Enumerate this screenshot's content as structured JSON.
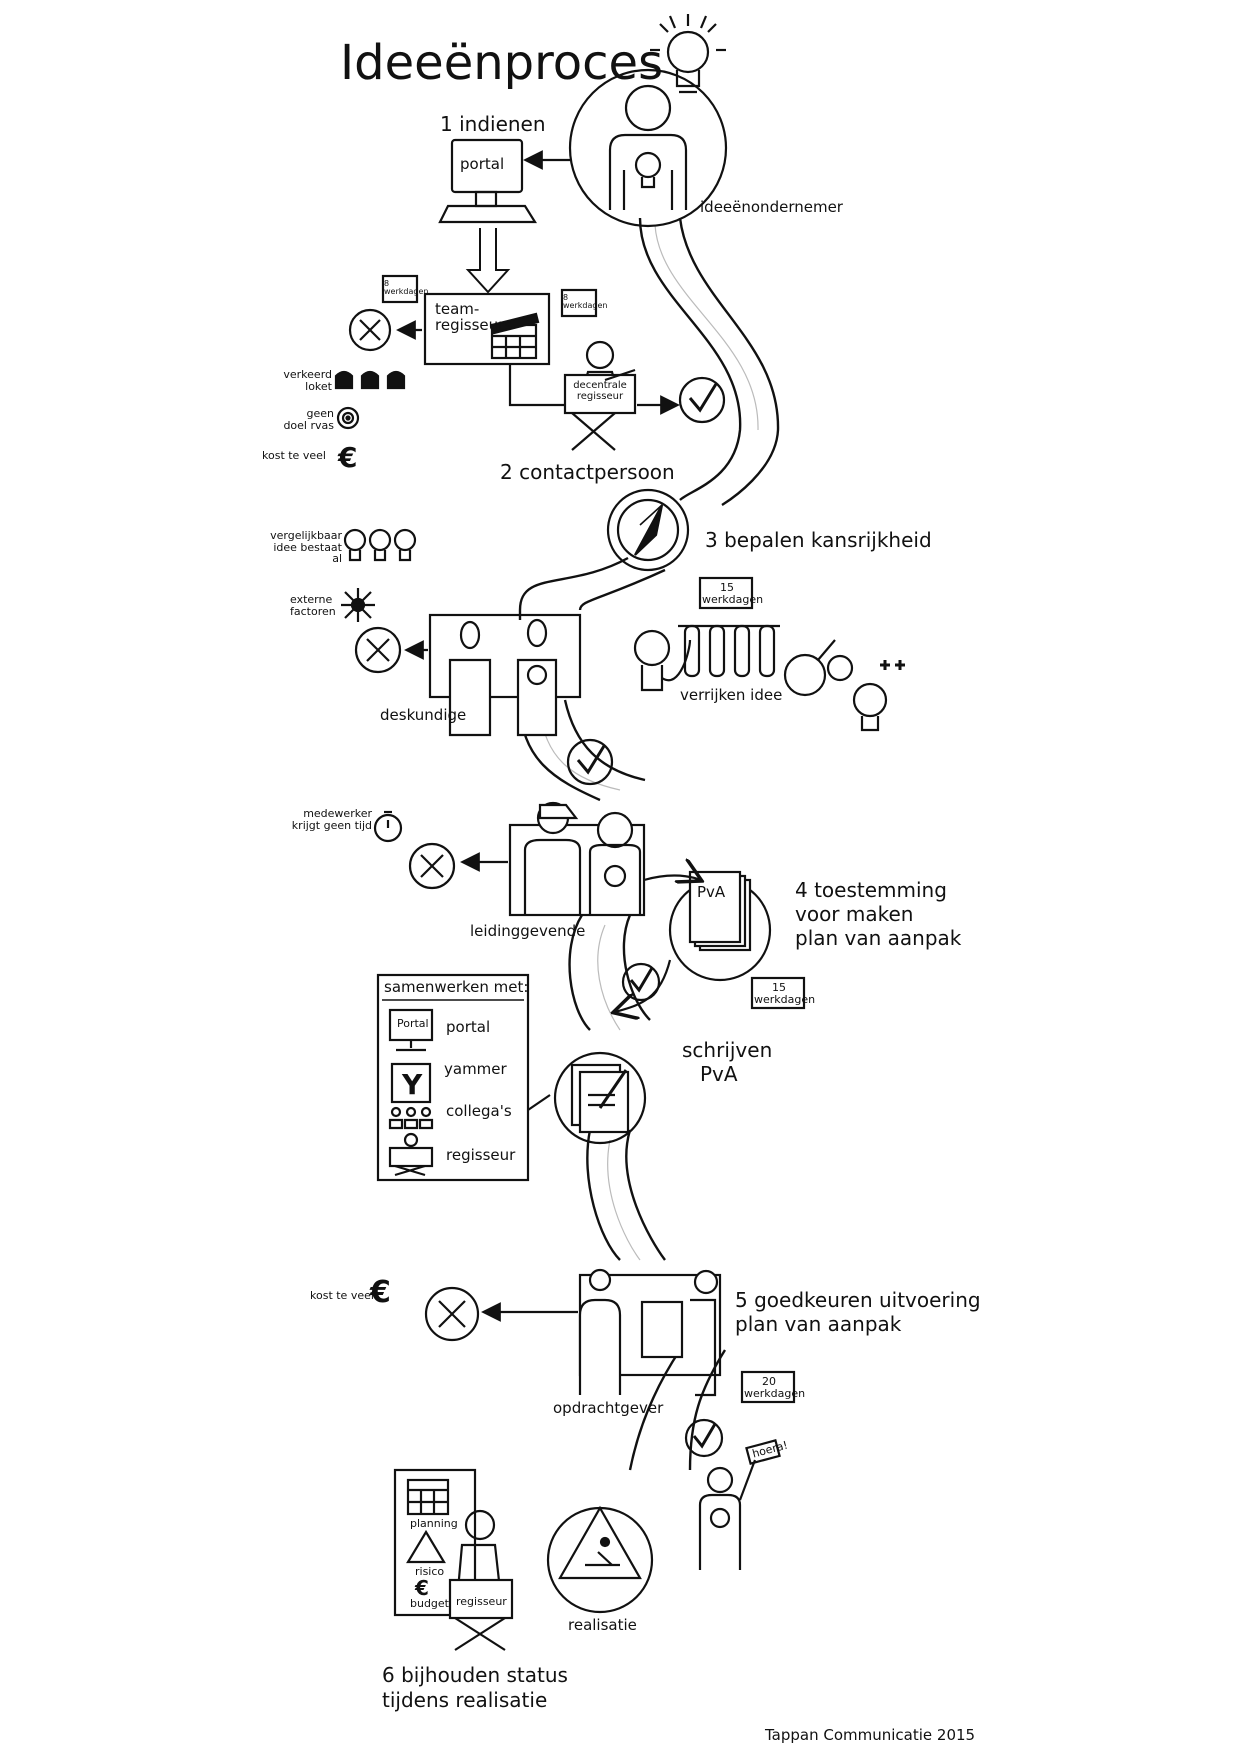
{
  "title": "Ideeënproces",
  "credit": "Tappan Communicatie 2015",
  "steps": {
    "s1": {
      "label": "1 indienen",
      "portal": "portal",
      "actor": "ideeënondernemer"
    },
    "s2": {
      "team": "team-regisseurs",
      "badge_left": "8 werkdagen",
      "badge_right": "8 werkdagen",
      "decentral": "decentrale regisseur",
      "label": "2 contactpersoon",
      "reasons": [
        "verkeerd loket",
        "geen doel rvas",
        "kost te veel"
      ]
    },
    "s3": {
      "label": "3 bepalen kansrijkheid",
      "badge": "15 werkdagen",
      "expert": "deskundige",
      "enrich": "verrijken idee",
      "reasons": [
        "vergelijkbaar idee bestaat al",
        "externe factoren"
      ]
    },
    "s4": {
      "label_lines": [
        "4 toestemming",
        "voor maken",
        "plan van aanpak"
      ],
      "badge": "15 werkdagen",
      "manager": "leidinggevende",
      "doc": "PvA",
      "reasons": [
        "medewerker krijgt geen tijd"
      ]
    },
    "s5w": {
      "label_lines": [
        "schrijven",
        "PvA"
      ],
      "box_title": "samenwerken met:",
      "items": [
        "portal",
        "yammer",
        "collega's",
        "regisseur"
      ],
      "portal_screen": "Portal",
      "yammer_letter": "Y"
    },
    "s5": {
      "label_lines": [
        "5 goedkeuren uitvoering",
        "plan van aanpak"
      ],
      "badge": "20 werkdagen",
      "client": "opdrachtgever",
      "reasons": [
        "kost te veel"
      ]
    },
    "s6": {
      "label_lines": [
        "6 bijhouden status",
        "tijdens realisatie"
      ],
      "realisatie": "realisatie",
      "board": [
        "planning",
        "risico",
        "budget"
      ],
      "regisseur": "regisseur",
      "hooray": "hoera!"
    }
  },
  "icons": {
    "check": "check-icon",
    "reject": "reject-icon",
    "lightbulb": "lightbulb-icon",
    "euro": "euro-icon",
    "compass": "compass-icon",
    "stopwatch": "stopwatch-icon",
    "warning": "warning-icon"
  },
  "colors": {
    "ink": "#111111",
    "paper": "#ffffff",
    "faint": "#dddddd"
  }
}
